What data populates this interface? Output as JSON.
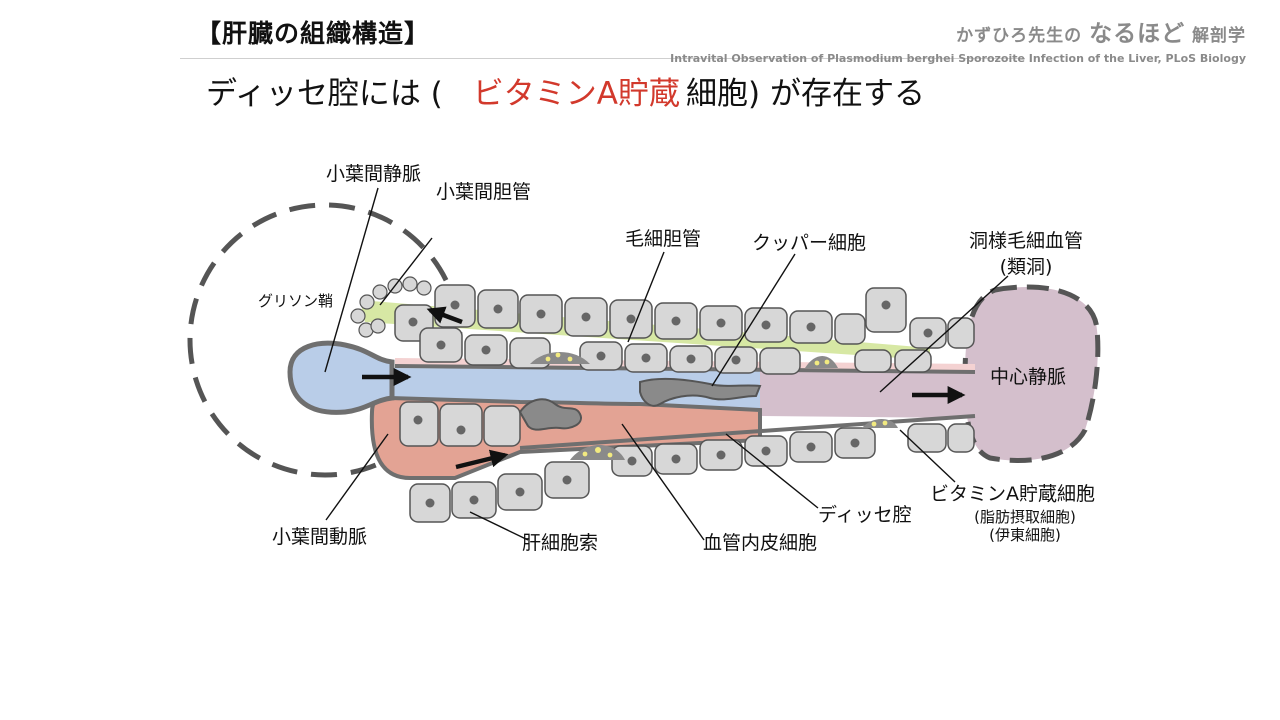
{
  "header": {
    "title": "【肝臓の組織構造】",
    "brand_small": "かずひろ先生の",
    "brand_big": "なるほど",
    "brand_tail": "解剖学",
    "source": "Intravital Observation of Plasmodium berghei Sporozoite Infection of the Liver,  PLoS Biology"
  },
  "sentence": {
    "prefix": "ディッセ腔には (",
    "answer": "ビタミンA貯蔵",
    "suffix": "細胞) が存在する",
    "answer_color": "#d2392c"
  },
  "labels": {
    "interlobular_vein": "小葉間静脈",
    "interlobular_bile_duct": "小葉間胆管",
    "bile_canaliculus": "毛細胆管",
    "kupffer_cell": "クッパー細胞",
    "sinusoid": "洞様毛細血管",
    "sinusoid_alt": "(類洞)",
    "glisson_sheath": "グリソン鞘",
    "central_vein": "中心静脈",
    "vitamin_a_cell": "ビタミンA貯蔵細胞",
    "fat_storing_cell": "(脂肪摂取細胞)",
    "ito_cell": "(伊東細胞)",
    "disse_space": "ディッセ腔",
    "interlobular_artery": "小葉間動脈",
    "hepatic_cord": "肝細胞索",
    "endothelial_cell": "血管内皮細胞"
  },
  "colors": {
    "hepatocyte": "#d7d7d7",
    "nucleus": "#666666",
    "portal_vein": "#b9cde8",
    "artery": "#e3a394",
    "bile": "#d7e8a4",
    "central_vein": "#d4bfcc",
    "endothelium": "#6f6f6f",
    "disse_space": "#f4d2d2"
  }
}
